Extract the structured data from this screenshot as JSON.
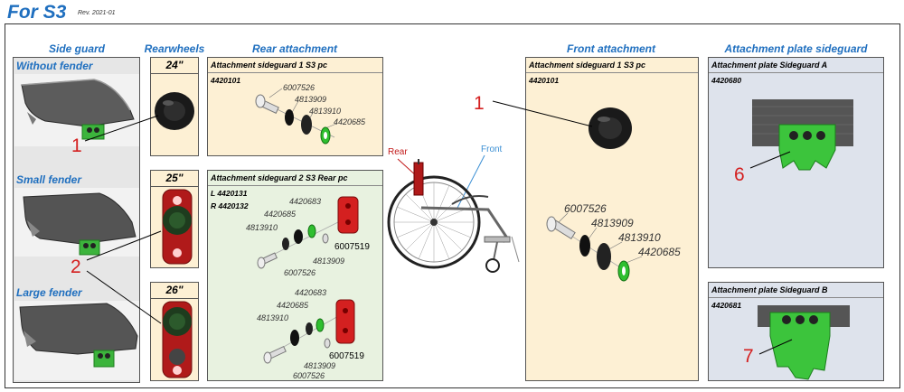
{
  "header": {
    "title": "For S3",
    "rev": "Rev. 2021-01"
  },
  "columns": {
    "side_guard": "Side guard",
    "rearwheels": "Rearwheels",
    "rear_attachment": "Rear attachment",
    "front_attachment": "Front attachment",
    "attachment_plate": "Attachment plate sideguard"
  },
  "side_guard": {
    "without": "Without fender",
    "small": "Small fender",
    "large": "Large fender"
  },
  "rearwheels": {
    "s24": "24\"",
    "s25": "25\"",
    "s26": "26\""
  },
  "rear1": {
    "title": "Attachment sideguard 1 S3 pc",
    "code": "4420101",
    "parts": [
      "6007526",
      "4813909",
      "4813910",
      "4420685"
    ]
  },
  "rear2": {
    "title": "Attachment sideguard 2 S3 Rear pc",
    "code_l": "L 4420131",
    "code_r": "R 4420132",
    "upper": {
      "a": "4420683",
      "b": "4420685",
      "c": "4813910",
      "d": "6007519",
      "e": "4813909",
      "f": "6007526"
    },
    "lower": {
      "a": "4420683",
      "b": "4420685",
      "c": "4813910",
      "d": "6007519",
      "e": "4813909",
      "f": "6007526"
    }
  },
  "wheelchair": {
    "rear": "Rear",
    "front": "Front"
  },
  "front1": {
    "title": "Attachment sideguard 1 S3 pc",
    "code": "4420101",
    "parts": [
      "6007526",
      "4813909",
      "4813910",
      "4420685"
    ]
  },
  "plate_a": {
    "title": "Attachment plate Sideguard A",
    "code": "4420680"
  },
  "plate_b": {
    "title": "Attachment plate Sideguard B",
    "code": "4420681"
  },
  "callouts": {
    "c1a": "1",
    "c1b": "1",
    "c2": "2",
    "c6": "6",
    "c7": "7"
  }
}
